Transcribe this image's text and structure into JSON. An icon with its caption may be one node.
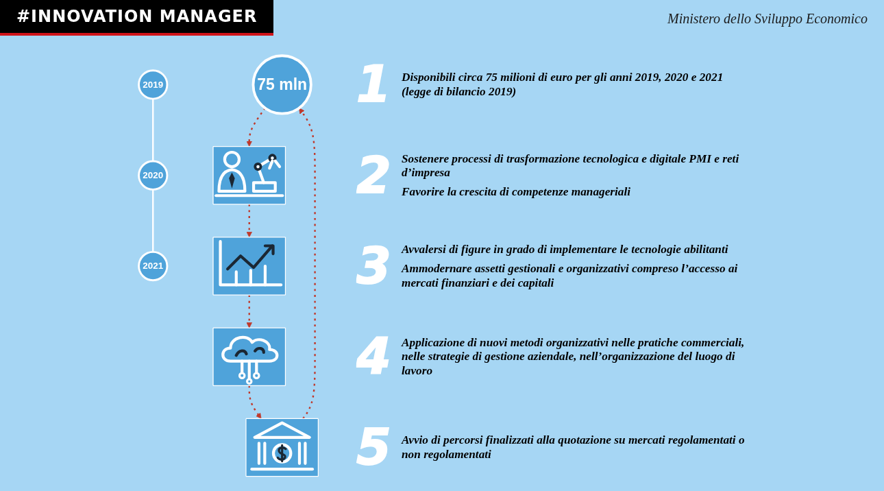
{
  "diagram": {
    "title": "#INNOVATION MANAGER",
    "nodes": [
      {
        "text": [
          "75 mln"
        ],
        "beside": [
          "1",
          "Disponibili circa 75 milioni di euro per gli anni 2019, 2020 e 2021 (legge di bilancio 2019)"
        ]
      },
      {
        "text": [
          "2019"
        ]
      },
      {
        "text": [
          "2020"
        ]
      },
      {
        "text": [
          "2021"
        ]
      },
      {
        "text": [],
        "shape": "picture",
        "beside": [
          "2",
          "Sostenere processi di trasformazione tecnologica e digitale PMI e reti d’impresa",
          "Favorire la crescita di competenze manageriali"
        ]
      },
      {
        "text": [],
        "shape": "picture",
        "beside": [
          "3",
          "Avvalersi di figure in grado di implementare le tecnologie abilitanti",
          "Ammodernare assetti gestionali e organizzativi compreso l’accesso ai mercati finanziari e dei capitali"
        ]
      },
      {
        "text": [],
        "shape": "picture",
        "beside": [
          "4",
          "Applicazione di nuovi metodi organizzativi nelle pratiche commerciali, nelle strategie di gestione aziendale, nell’organizzazione del luogo di lavoro"
        ]
      },
      {
        "text": [],
        "shape": "picture",
        "beside": [
          "5",
          "Avvio di percorsi finalizzati alla quotazione su mercati regolamentati o non regolamentati"
        ]
      }
    ],
    "edges": [
      {
        "from": 0,
        "to": 4,
        "arrow": "to",
        "style": "dashed"
      },
      {
        "from": 4,
        "to": 5,
        "arrow": "to",
        "style": "dashed"
      },
      {
        "from": 5,
        "to": 6,
        "arrow": "to",
        "style": "dashed"
      },
      {
        "from": 6,
        "to": 7,
        "arrow": "to",
        "style": "dashed"
      },
      {
        "from": 7,
        "to": 0,
        "arrow": "to",
        "style": "dashed"
      },
      {
        "from": 1,
        "to": 2,
        "arrow": "none",
        "color": "#ffffff"
      },
      {
        "from": 2,
        "to": 3,
        "arrow": "none",
        "color": "#ffffff"
      }
    ],
    "labels": [
      "Ministero dello Sviluppo Economico"
    ]
  }
}
